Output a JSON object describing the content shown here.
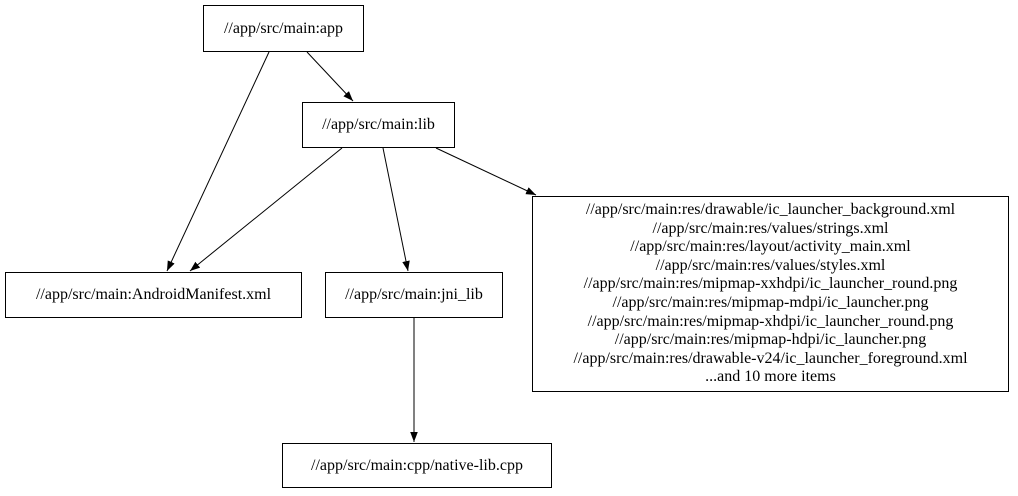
{
  "diagram": {
    "type": "directed-graph",
    "background_color": "#ffffff",
    "node_fill_color": "#ffffff",
    "node_border_color": "#000000",
    "edge_color": "#000000",
    "text_color": "#000000",
    "nodes": {
      "app": {
        "label": "//app/src/main:app"
      },
      "lib": {
        "label": "//app/src/main:lib"
      },
      "android_manifest": {
        "label": "//app/src/main:AndroidManifest.xml"
      },
      "jni_lib": {
        "label": "//app/src/main:jni_lib"
      },
      "native_lib": {
        "label": "//app/src/main:cpp/native-lib.cpp"
      },
      "resources": {
        "lines": [
          "//app/src/main:res/drawable/ic_launcher_background.xml",
          "//app/src/main:res/values/strings.xml",
          "//app/src/main:res/layout/activity_main.xml",
          "//app/src/main:res/values/styles.xml",
          "//app/src/main:res/mipmap-xxhdpi/ic_launcher_round.png",
          "//app/src/main:res/mipmap-mdpi/ic_launcher.png",
          "//app/src/main:res/mipmap-xhdpi/ic_launcher_round.png",
          "//app/src/main:res/mipmap-hdpi/ic_launcher.png",
          "//app/src/main:res/drawable-v24/ic_launcher_foreground.xml",
          "...and 10 more items"
        ]
      }
    },
    "edges": [
      {
        "from": "app",
        "to": "android_manifest"
      },
      {
        "from": "app",
        "to": "lib"
      },
      {
        "from": "lib",
        "to": "android_manifest"
      },
      {
        "from": "lib",
        "to": "jni_lib"
      },
      {
        "from": "lib",
        "to": "resources"
      },
      {
        "from": "jni_lib",
        "to": "native_lib"
      }
    ]
  }
}
